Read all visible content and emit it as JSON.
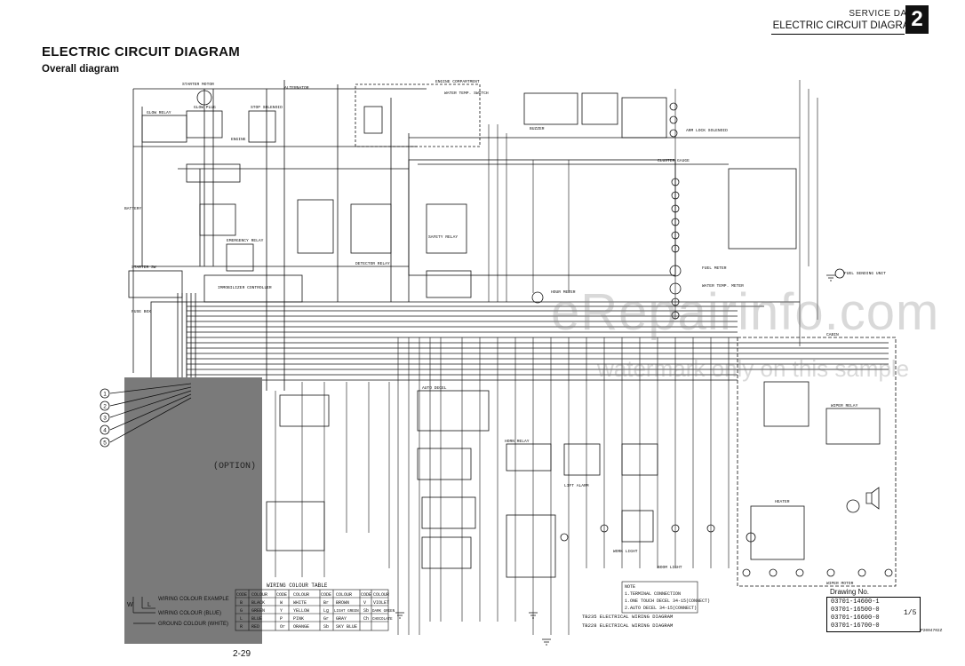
{
  "header": {
    "section_label": "SERVICE DATA",
    "section_title": "ELECTRIC CIRCUIT DIAGRAM",
    "chapter_number": "2"
  },
  "page": {
    "title": "ELECTRIC CIRCUIT DIAGRAM",
    "subtitle": "Overall diagram",
    "page_number": "2-29",
    "footer_code": "P2004702Z"
  },
  "diagram": {
    "components": [
      "STARTER MOTOR",
      "GLOW RELAY",
      "GLOW PLUG",
      "STOP SOLENOID",
      "ENGINE",
      "ALTERNATOR",
      "STARTER SW",
      "FUSE BOX",
      "BATTERY",
      "IMMOBILIZER CONTROLLER",
      "EMERGENCY RELAY",
      "DETECTOR RELAY",
      "SAFETY RELAY",
      "HORN RELAY",
      "CLUSTER GAUGE",
      "BUZZER",
      "ENGINE COMPARTMENT",
      "WATER TEMP. SWITCH",
      "FUEL METER",
      "WATER TEMP. METER",
      "HOUR METER",
      "FUEL SENDING UNIT",
      "CABIN",
      "HEATER",
      "WIPER RELAY",
      "WIPER MOTOR",
      "WORK LIGHT",
      "BOOM LIGHT",
      "AUTO DECEL",
      "LIFT ALARM",
      "ARM LOCK SOLENOID"
    ],
    "markers": [
      "1",
      "2",
      "3",
      "4",
      "5"
    ],
    "option_label": "(OPTION)",
    "legend": {
      "example_title": "WIRING COLOUR EXAMPLE",
      "blue_label": "WIRING COLOUR (BLUE)",
      "white_label": "GROUND COLOUR (WHITE)",
      "letters": [
        "W",
        "L"
      ]
    },
    "colour_table": {
      "title": "WIRING COLOUR TABLE",
      "headers": [
        "CODE",
        "COLOUR",
        "CODE",
        "COLOUR",
        "CODE",
        "COLOUR",
        "CODE",
        "COLOUR"
      ],
      "rows": [
        [
          "B",
          "BLACK",
          "W",
          "WHITE",
          "Br",
          "BROWN",
          "V",
          "VIOLET"
        ],
        [
          "G",
          "GREEN",
          "Y",
          "YELLOW",
          "Lg",
          "LIGHT GREEN",
          "Sb",
          "DARK GREEN"
        ],
        [
          "L",
          "BLUE",
          "P",
          "PINK",
          "Gr",
          "GRAY",
          "Ch",
          "CHOCOLATE"
        ],
        [
          "R",
          "RED",
          "Or",
          "ORANGE",
          "Sb",
          "SKY BLUE",
          "",
          ""
        ]
      ]
    },
    "notes": {
      "heading": "NOTE",
      "lines": [
        "1.TERMINAL CONNECTION",
        "  1.ONE TOUCH DECEL 34-15(CONNECT)",
        "  2.AUTO DECEL 34-15(CONNECT)"
      ]
    },
    "wiring_labels": [
      "TB235 ELECTRICAL WIRING DIAGRAM",
      "TB228 ELECTRICAL WIRING DIAGRAM"
    ]
  },
  "drawing_numbers": {
    "label": "Drawing No.",
    "items": [
      "03701-14600-1",
      "03701-16500-0",
      "03701-16600-0",
      "03701-16700-0"
    ],
    "sheet": "1/5"
  },
  "watermark": {
    "line1": "eRepairinfo.com",
    "line2": "watermark only on this sample"
  }
}
